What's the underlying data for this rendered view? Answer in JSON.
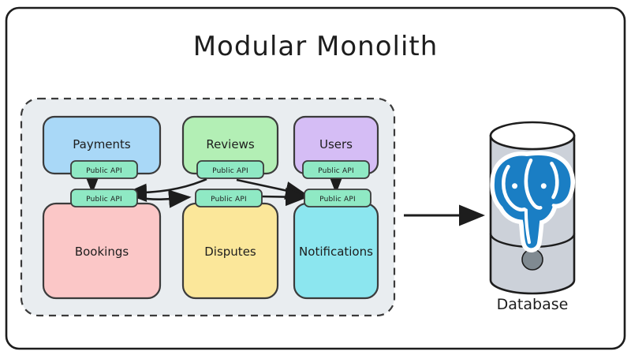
{
  "diagram": {
    "title": "Modular Monolith",
    "frame": {
      "border_color": "#1d1d1d",
      "background": "#ffffff"
    },
    "container": {
      "name": "modular-monolith-boundary",
      "fill": "#e9edf0",
      "stroke": "#3b3b3b",
      "stroke_style": "dashed"
    },
    "modules": [
      {
        "id": "payments",
        "label": "Payments",
        "color": "#a9d8f7",
        "stroke": "#3b3b3b",
        "row": "top",
        "column": 1
      },
      {
        "id": "reviews",
        "label": "Reviews",
        "color": "#b3efb5",
        "stroke": "#3b3b3b",
        "row": "top",
        "column": 2
      },
      {
        "id": "users",
        "label": "Users",
        "color": "#d5bdf5",
        "stroke": "#3b3b3b",
        "row": "top",
        "column": 3
      },
      {
        "id": "bookings",
        "label": "Bookings",
        "color": "#fbc7c7",
        "stroke": "#3b3b3b",
        "row": "bottom",
        "column": 1
      },
      {
        "id": "disputes",
        "label": "Disputes",
        "color": "#fbe79a",
        "stroke": "#3b3b3b",
        "row": "bottom",
        "column": 2
      },
      {
        "id": "notifications",
        "label": "Notifications",
        "color": "#8ce6ef",
        "stroke": "#3b3b3b",
        "row": "bottom",
        "column": 3
      }
    ],
    "api_badge": {
      "label": "Public API",
      "color": "#8fe9c4",
      "stroke": "#3b3b3b",
      "count": 6
    },
    "connections": [
      {
        "from": "payments-api",
        "to": "bookings-api",
        "style": "straight-down"
      },
      {
        "from": "reviews-api",
        "to": "bookings-api",
        "style": "curved-left"
      },
      {
        "from": "reviews-api",
        "to": "notifications-api",
        "style": "diagonal-right"
      },
      {
        "from": "bookings-api",
        "to": "disputes-api",
        "style": "curved-right"
      },
      {
        "from": "disputes-api",
        "to": "notifications-api",
        "style": "straight-right"
      },
      {
        "from": "users-api",
        "to": "notifications-api",
        "style": "straight-down"
      },
      {
        "from": "monolith",
        "to": "database",
        "style": "straight-right"
      }
    ],
    "database": {
      "label": "Database",
      "cylinder_fill": "#ccd1d9",
      "cylinder_top_fill": "#ffffff",
      "cylinder_stroke": "#1d1d1d",
      "logo_name": "postgresql-elephant-logo",
      "logo_color": "#1a7ec4",
      "logo_outline": "#ffffff",
      "port_color": "#808a91"
    },
    "arrow_color": "#1d1d1d"
  }
}
